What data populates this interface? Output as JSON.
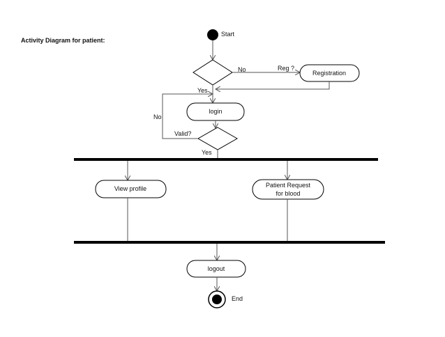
{
  "diagram": {
    "title": "Activity Diagram for patient:",
    "start_label": "Start",
    "end_label": "End",
    "decisions": {
      "registered": {
        "question": "Reg ?",
        "no_label": "No",
        "yes_label": "Yes"
      },
      "valid": {
        "question": "Valid?",
        "no_label": "No",
        "yes_label": "Yes"
      }
    },
    "activities": {
      "registration": "Registration",
      "login": "login",
      "view_profile": "View profile",
      "request_line1": "Patient Request",
      "request_line2": "for blood",
      "logout": "logout"
    }
  }
}
